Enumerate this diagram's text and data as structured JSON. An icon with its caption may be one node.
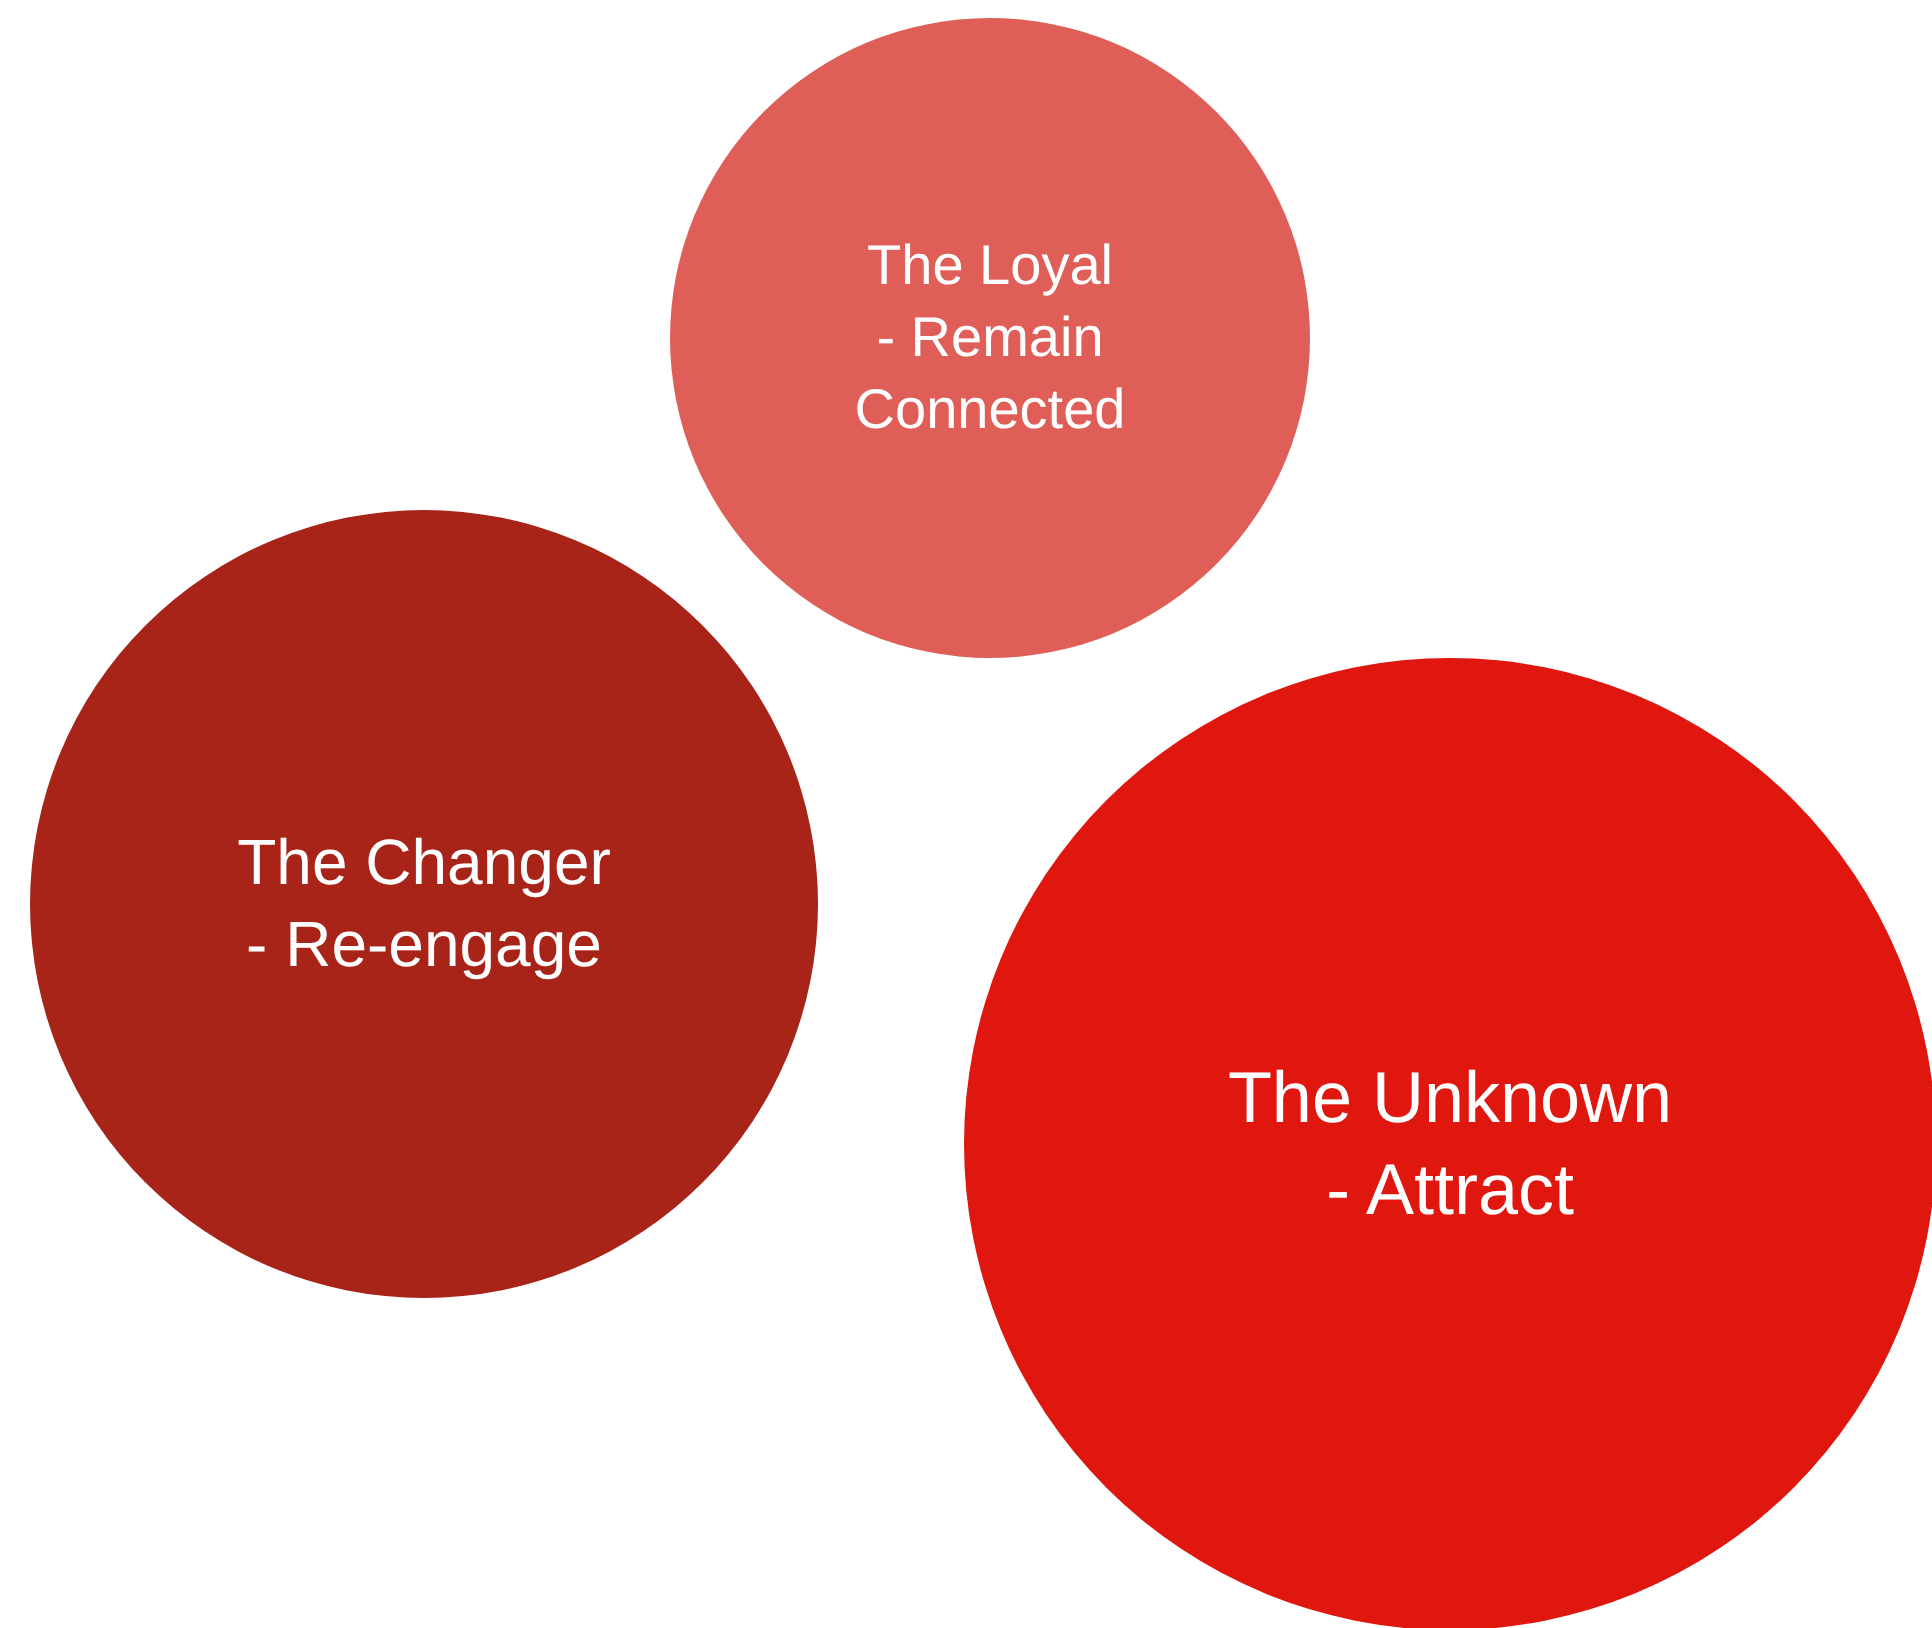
{
  "diagram": {
    "nodes": [
      {
        "text": [
          "The Loyal - Remain Connected"
        ]
      },
      {
        "text": [
          "The Changer - Re-engage"
        ]
      },
      {
        "text": [
          "The Unknown - Attract"
        ]
      }
    ]
  }
}
